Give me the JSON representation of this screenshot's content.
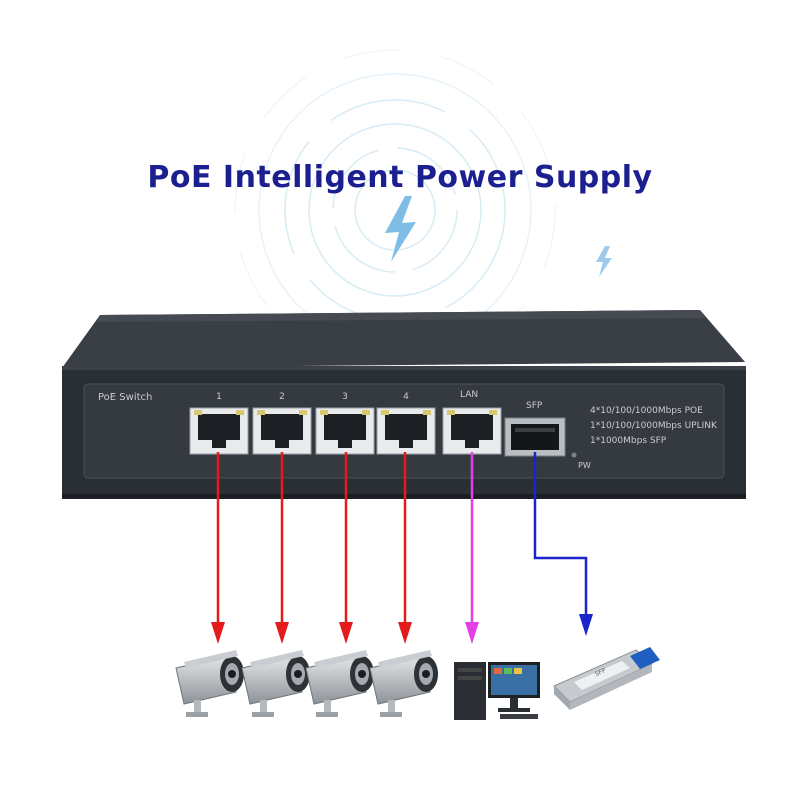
{
  "title": "PoE Intelligent Power Supply",
  "switch": {
    "brand_label": "PoE Switch",
    "port_labels": [
      "1",
      "2",
      "3",
      "4"
    ],
    "lan_label": "LAN",
    "sfp_label": "SFP",
    "pw_label": "PW",
    "specs": [
      "4*10/100/1000Mbps POE",
      "1*10/100/1000Mbps UPLINK",
      "1*1000Mbps SFP"
    ]
  },
  "sfp_module_label": "SFP",
  "colors": {
    "title": "#1b1f8f",
    "poe_arrow": "#e31b1b",
    "lan_arrow": "#e63ee6",
    "sfp_arrow": "#1a24c9",
    "switch_body": "#2c3138"
  },
  "icons": {
    "camera": "security-camera-icon",
    "computer": "desktop-computer-icon",
    "sfp": "sfp-module-icon",
    "lightning": "lightning-bolt-icon"
  }
}
